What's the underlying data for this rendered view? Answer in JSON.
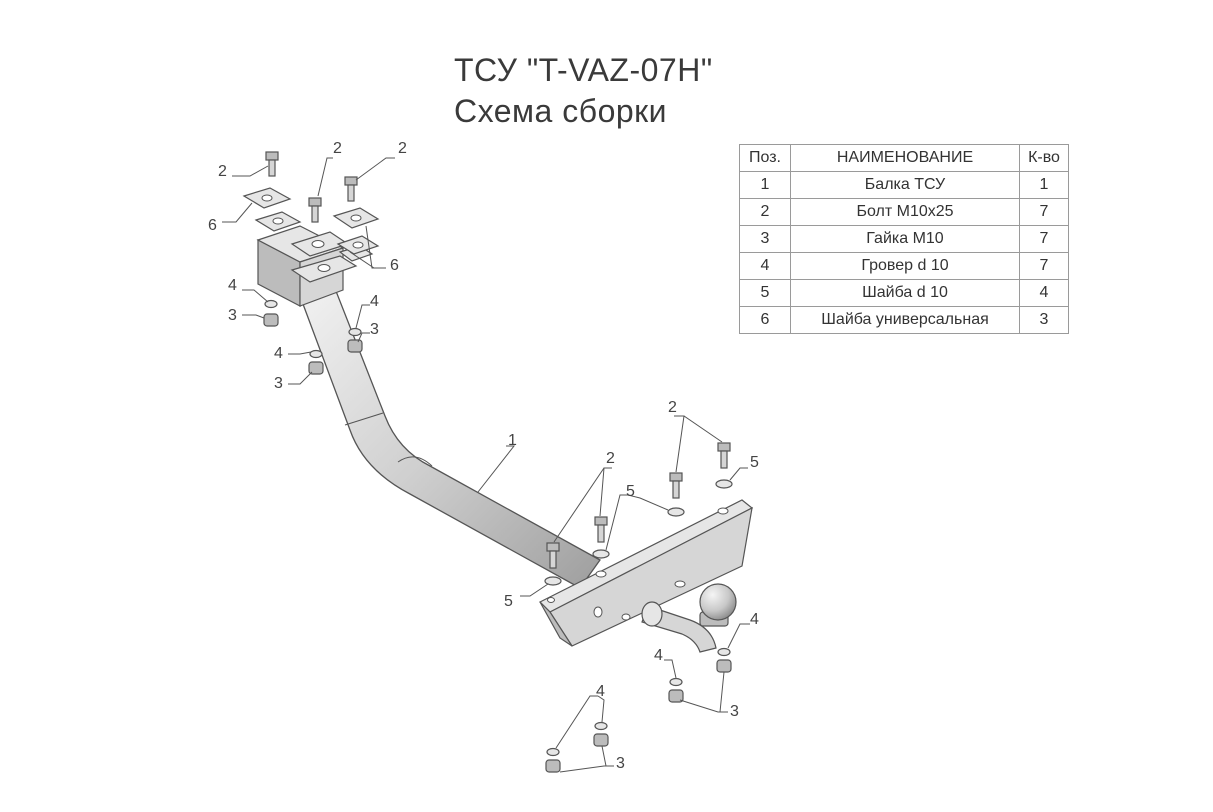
{
  "title": "ТСУ \"T-VAZ-07H\"",
  "subtitle": "Схема сборки",
  "table": {
    "headers": [
      "Поз.",
      "НАИМЕНОВАНИЕ",
      "К-во"
    ],
    "rows": [
      [
        "1",
        "Балка ТСУ",
        "1"
      ],
      [
        "2",
        "Болт М10х25",
        "7"
      ],
      [
        "3",
        "Гайка М10",
        "7"
      ],
      [
        "4",
        "Гровер d 10",
        "7"
      ],
      [
        "5",
        "Шайба d 10",
        "4"
      ],
      [
        "6",
        "Шайба универсальная",
        "3"
      ]
    ]
  },
  "callouts": [
    "1",
    "2",
    "3",
    "4",
    "5",
    "6"
  ],
  "colors": {
    "metal": "#d6d6d6",
    "outline": "#555555",
    "text": "#3a3a3a"
  }
}
